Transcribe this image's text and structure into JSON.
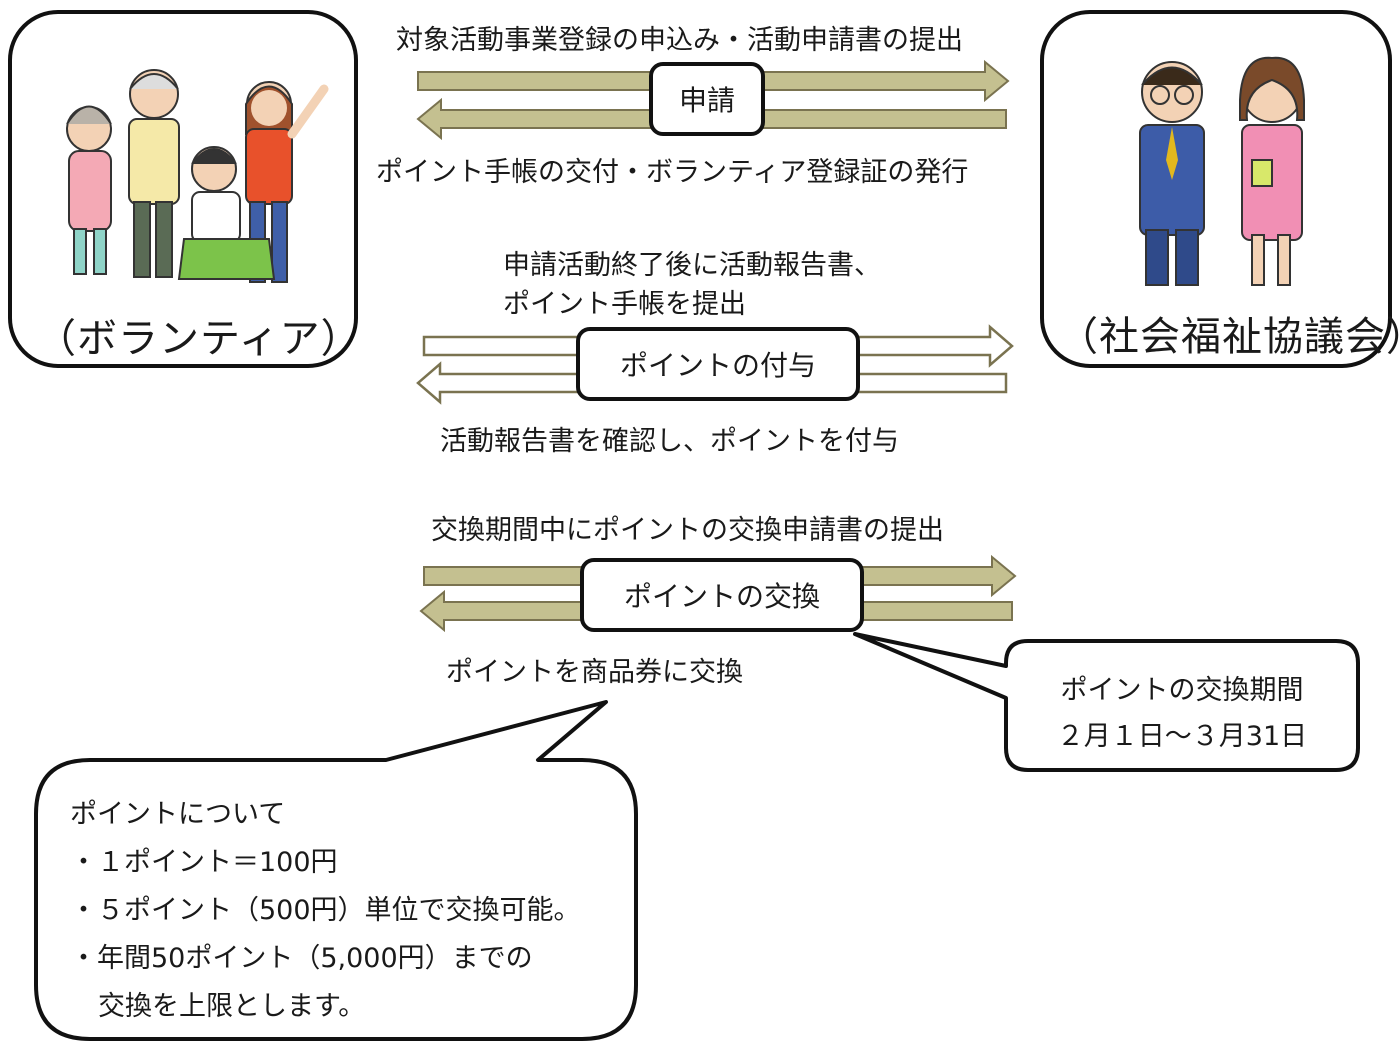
{
  "volunteer": {
    "caption": "（ボランティア）"
  },
  "council": {
    "caption": "（社会福祉協議会）"
  },
  "flow1": {
    "top": "対象活動事業登録の申込み・活動申請書の提出",
    "center": "申請",
    "bottom": "ポイント手帳の交付・ボランティア登録証の発行"
  },
  "flow2": {
    "top_line1": "申請活動終了後に活動報告書、",
    "top_line2": "ポイント手帳を提出",
    "center": "ポイントの付与",
    "bottom": "活動報告書を確認し、ポイントを付与"
  },
  "flow3": {
    "top": "交換期間中にポイントの交換申請書の提出",
    "center": "ポイントの交換",
    "bottom": "ポイントを商品券に交換"
  },
  "period": {
    "title": "ポイントの交換期間",
    "dates": "２月１日〜３月31日"
  },
  "points_note": {
    "title": "ポイントについて",
    "line1": "・１ポイント＝100円",
    "line2": "・５ポイント（500円）単位で交換可能。",
    "line3": "・年間50ポイント（5,000円）までの",
    "line4": "交換を上限とします。"
  },
  "colors": {
    "arrow_fill": "#c4c090",
    "arrow_stroke": "#7a7350",
    "hollow_fill": "#ffffff"
  }
}
